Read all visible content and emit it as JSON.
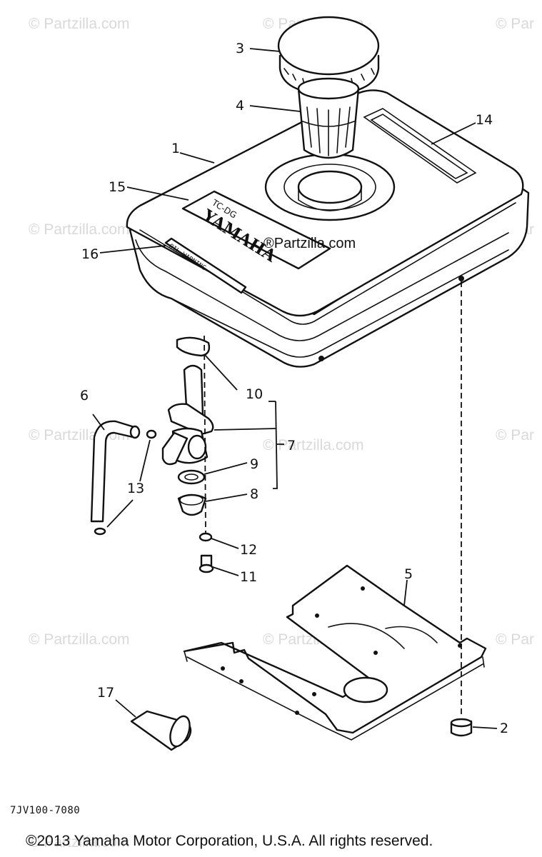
{
  "watermark": "© Partzilla.com",
  "watermark_short": "© Par",
  "center_watermark": "®Partzilla.com",
  "tank_brand": "YAMAHA",
  "tank_label_top": "TC-DG",
  "oil_warning": "OIL WARNING",
  "ref_code": "7JV100-7080",
  "copyright": "©2013 Yamaha Motor Corporation, U.S.A. All rights reserved.",
  "callouts": {
    "c1": "1",
    "c2": "2",
    "c3": "3",
    "c4": "4",
    "c5": "5",
    "c6": "6",
    "c7": "7",
    "c8": "8",
    "c9": "9",
    "c10": "10",
    "c11": "11",
    "c12": "12",
    "c13": "13",
    "c14": "14",
    "c15": "15",
    "c16": "16",
    "c17": "17"
  }
}
